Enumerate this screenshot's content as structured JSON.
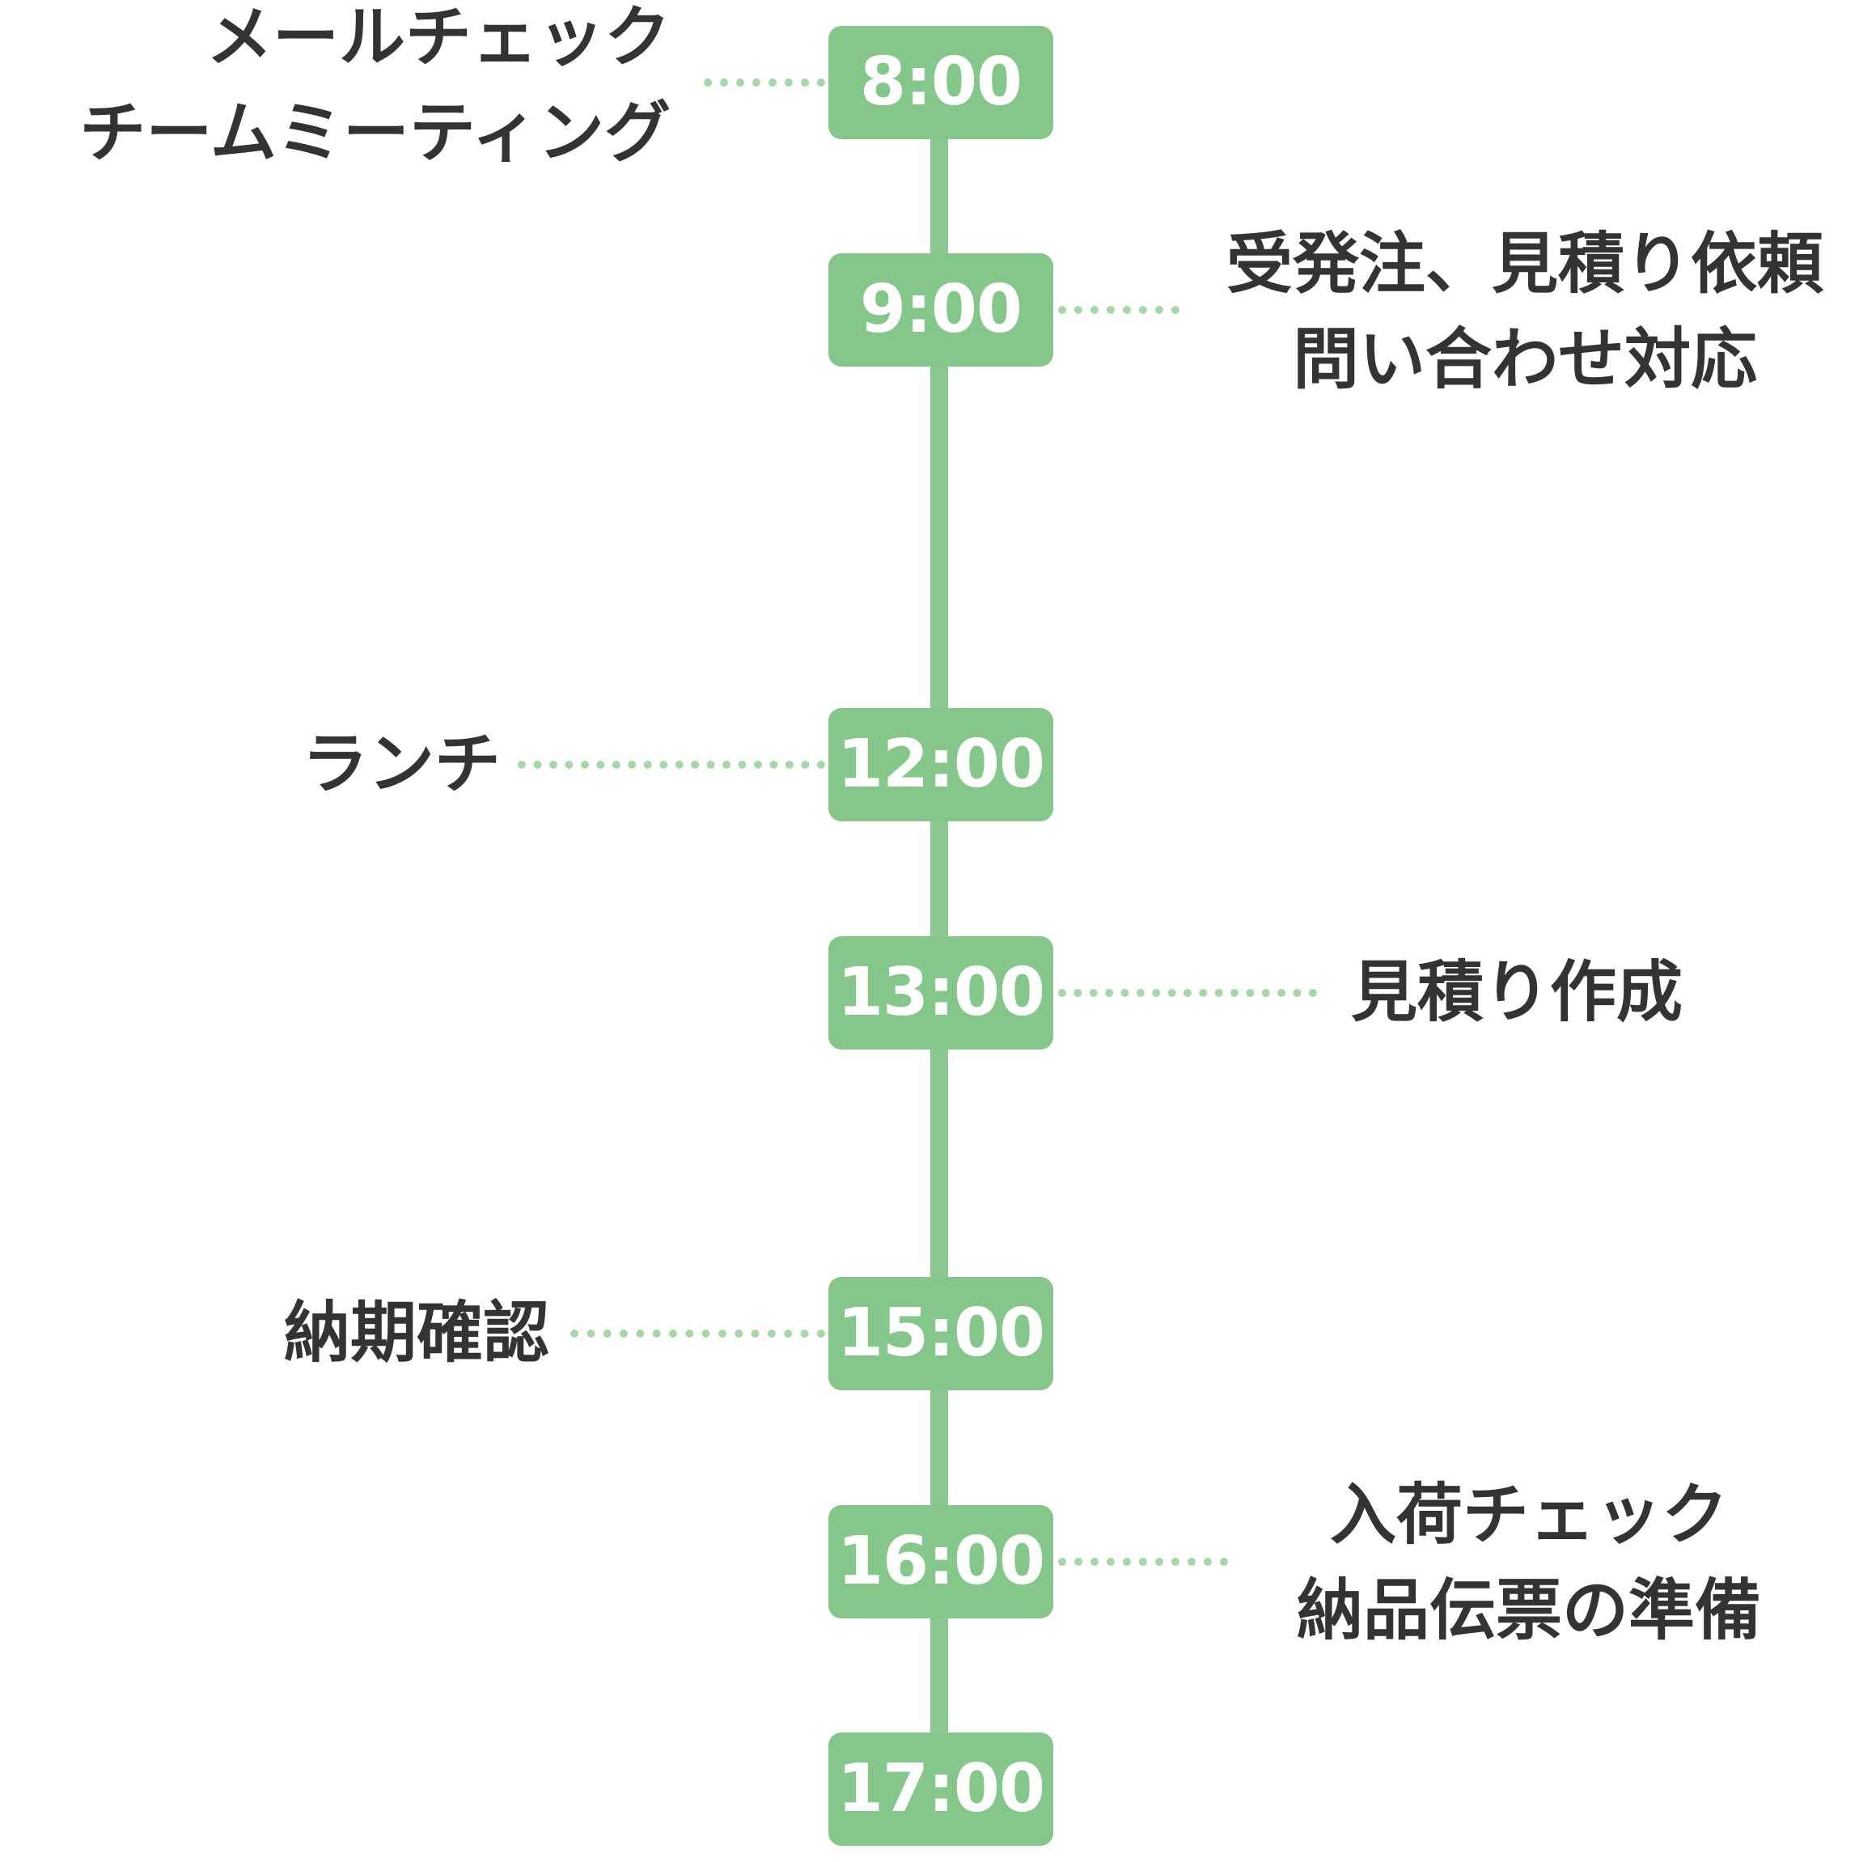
{
  "schedule": [
    {
      "time": "8:00",
      "side": "left",
      "lines": [
        "メールチェック",
        "チームミーティング"
      ]
    },
    {
      "time": "9:00",
      "side": "right",
      "lines": [
        "受発注、見積り依頼",
        "問い合わせ対応"
      ]
    },
    {
      "time": "12:00",
      "side": "left",
      "lines": [
        "ランチ"
      ]
    },
    {
      "time": "13:00",
      "side": "right",
      "lines": [
        "見積り作成"
      ]
    },
    {
      "time": "15:00",
      "side": "left",
      "lines": [
        "納期確認"
      ]
    },
    {
      "time": "16:00",
      "side": "right",
      "lines": [
        "入荷チェック",
        "納品伝票の準備"
      ]
    },
    {
      "time": "17:00",
      "side": "none",
      "lines": []
    }
  ],
  "colors": {
    "badge": "#85c78b",
    "line": "#8dc893",
    "dots": "#a7d6a9",
    "text": "#333333",
    "badge_text": "#ffffff"
  }
}
